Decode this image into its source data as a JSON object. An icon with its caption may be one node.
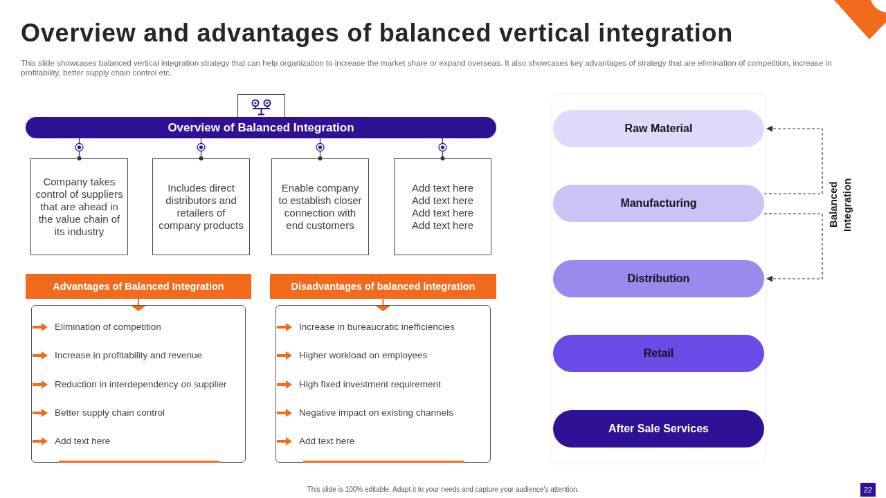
{
  "diagram": {
    "title": "Overview and advantages of balanced vertical integration",
    "nodes": [
      {
        "text": [
          "Overview of Balanced Integration"
        ]
      },
      {
        "text": [
          "Company takes control of suppliers that are ahead in the value chain of its industry"
        ]
      },
      {
        "text": [
          "Includes direct distributors and retailers of company products"
        ]
      },
      {
        "text": [
          "Enable company to establish closer connection with end customers"
        ]
      },
      {
        "text": [
          "Add text here",
          "Add text here",
          "Add text here",
          "Add text here"
        ]
      },
      {
        "text": [
          "Advantages of Balanced Integration"
        ]
      },
      {
        "text": [
          "Elimination of competition",
          "Increase in profitability and revenue",
          "Reduction in interdependency on supplier",
          "Better supply chain control",
          "Add text here"
        ]
      },
      {
        "text": [
          "Disadvantages of balanced integration"
        ]
      },
      {
        "text": [
          "Increase in bureaucratic inefficiencies",
          "Higher workload on employees",
          "High fixed investment requirement",
          "Negative impact on existing channels",
          "Add text here"
        ]
      },
      {
        "text": [
          "Raw Material"
        ]
      },
      {
        "text": [
          "Manufacturing"
        ]
      },
      {
        "text": [
          "Distribution"
        ]
      },
      {
        "text": [
          "Retail"
        ]
      },
      {
        "text": [
          "After Sale Services"
        ]
      }
    ],
    "edges": [
      {
        "from": 0,
        "to": 1,
        "arrow": "other"
      },
      {
        "from": 0,
        "to": 2,
        "arrow": "other"
      },
      {
        "from": 0,
        "to": 3,
        "arrow": "other"
      },
      {
        "from": 0,
        "to": 4,
        "arrow": "other"
      },
      {
        "from": 5,
        "to": 6,
        "arrow": "to",
        "color": "#f26b1d"
      },
      {
        "from": 7,
        "to": 8,
        "arrow": "to",
        "color": "#f26b1d"
      },
      {
        "from": 10,
        "to": 9,
        "arrow": "to",
        "style": "dashed"
      },
      {
        "from": 10,
        "to": 11,
        "arrow": "to",
        "style": "dashed"
      }
    ],
    "labels": [
      "This slide showcases balanced vertical integration strategy that can help organization to increase the market share or expand overseas. It also showcases key advantages of strategy that are elimination of competition, increase in profitability, better supply chain control etc.",
      "Balanced Integration",
      "This slide is 100% editable. Adapt it to your needs and capture your audience's attention.",
      "22"
    ]
  }
}
